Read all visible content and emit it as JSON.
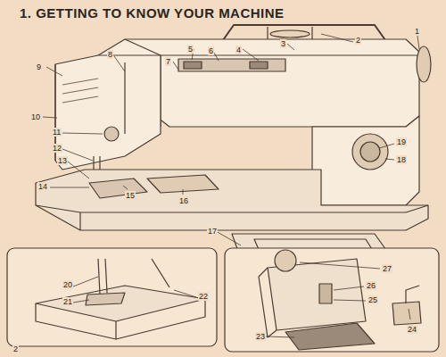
{
  "diagram": {
    "title": "1. GETTING TO KNOW YOUR MACHINE",
    "labels": [
      "1",
      "2",
      "3",
      "4",
      "5",
      "6",
      "7",
      "8",
      "9",
      "10",
      "11",
      "12",
      "13",
      "14",
      "15",
      "16",
      "17",
      "19",
      "18",
      "20",
      "21",
      "22",
      "27",
      "26",
      "25",
      "24",
      "23",
      "2"
    ]
  }
}
